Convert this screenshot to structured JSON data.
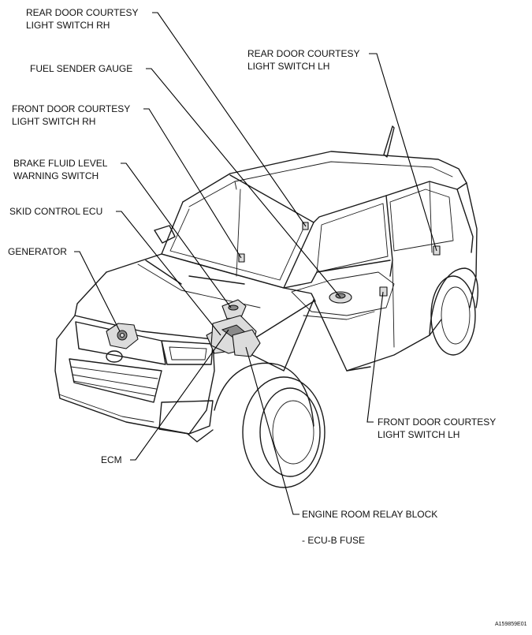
{
  "labels": {
    "rear_door_rh": [
      "REAR DOOR COURTESY",
      "LIGHT SWITCH RH"
    ],
    "rear_door_lh": [
      "REAR DOOR COURTESY",
      "LIGHT SWITCH LH"
    ],
    "fuel_sender": [
      "FUEL SENDER GAUGE"
    ],
    "front_door_rh": [
      "FRONT DOOR COURTESY",
      "LIGHT SWITCH RH"
    ],
    "brake_fluid": [
      "BRAKE FLUID LEVEL",
      "WARNING SWITCH"
    ],
    "skid_control": [
      "SKID CONTROL ECU"
    ],
    "generator": [
      "GENERATOR"
    ],
    "front_door_lh": [
      "FRONT DOOR COURTESY",
      "LIGHT SWITCH LH"
    ],
    "ecm": [
      "ECM"
    ],
    "relay_block": [
      "ENGINE ROOM RELAY BLOCK"
    ],
    "relay_block_sub": [
      "- ECU-B FUSE"
    ]
  },
  "figure_code": "A159859E01"
}
